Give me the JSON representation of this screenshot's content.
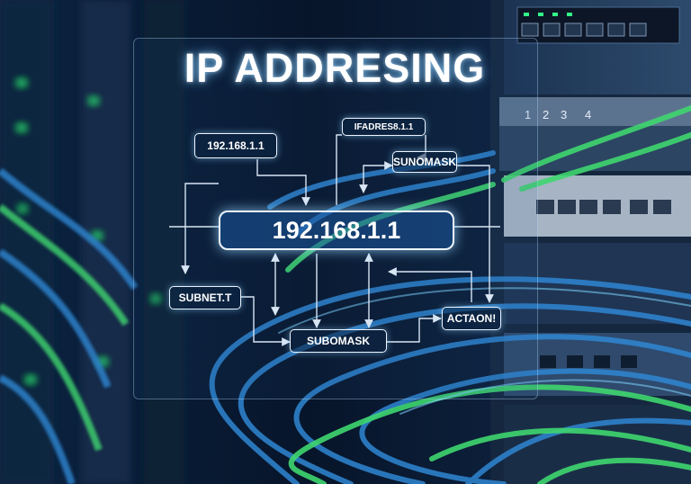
{
  "title": "IP ADDRESING",
  "nodes": {
    "main_ip": "192.168.1.1",
    "top_left_ip": "192.168.1.1",
    "ifadres": "IFADRES8.1.1",
    "sunomask": "SUNOMASK",
    "subnet": "SUBNET.T",
    "subomask": "SUBOMASK",
    "actaon": "ACTAON!"
  },
  "rack_labels": [
    "1",
    "2",
    "3",
    "4"
  ],
  "colors": {
    "background": "#0a1a33",
    "cable_blue": "#3aa0e8",
    "cable_green": "#3fd66f",
    "led_green": "#33ff88",
    "line": "#eef6ff"
  }
}
